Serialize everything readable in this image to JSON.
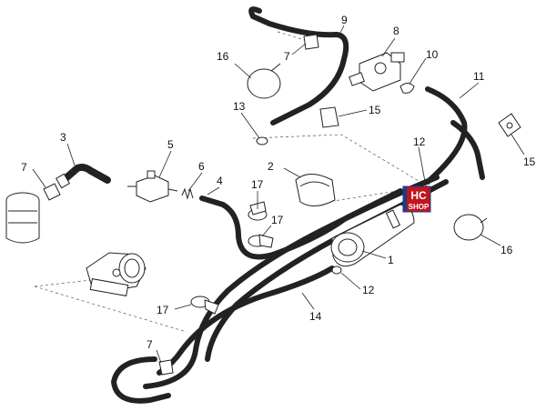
{
  "callouts": {
    "c1": "1",
    "c2": "2",
    "c3": "3",
    "c4": "4",
    "c5": "5",
    "c6": "6",
    "c7a": "7",
    "c7b": "7",
    "c7c": "7",
    "c8": "8",
    "c9": "9",
    "c10": "10",
    "c11": "11",
    "c12a": "12",
    "c12b": "12",
    "c13": "13",
    "c14": "14",
    "c15a": "15",
    "c15b": "15",
    "c16a": "16",
    "c16b": "16",
    "c17a": "17",
    "c17b": "17",
    "c17c": "17"
  },
  "badge": {
    "line1": "HC",
    "line2": "SHOP"
  },
  "colors": {
    "line": "#222222",
    "badge_bg": "#c0161c",
    "badge_blue": "#1b3c8c"
  }
}
